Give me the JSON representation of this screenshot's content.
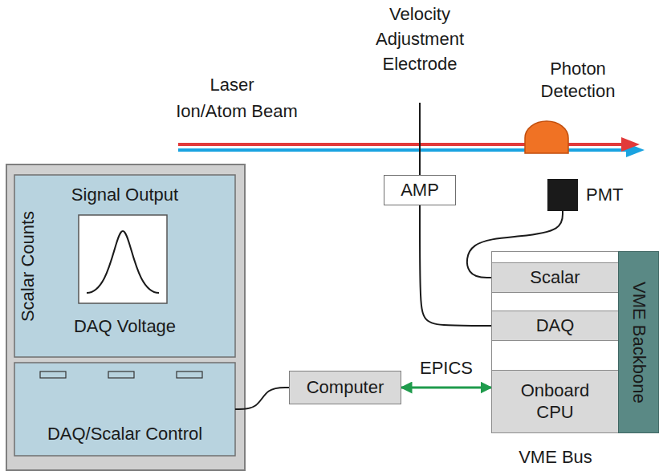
{
  "diagram": {
    "nodes": [
      {
        "text": [
          "Photon Detection"
        ]
      },
      {
        "text": [
          "AMP"
        ]
      },
      {
        "text": [
          "PMT"
        ]
      },
      {
        "text": [
          "Signal Output",
          "Scalar Counts",
          "DAQ Voltage"
        ]
      },
      {
        "text": [
          "DAQ/Scalar Control"
        ]
      },
      {
        "text": [
          "Computer"
        ]
      },
      {
        "text": [
          "VME Bus"
        ]
      },
      {
        "text": [
          "Scalar"
        ],
        "in": 6
      },
      {
        "text": [
          "DAQ"
        ],
        "in": 6
      },
      {
        "text": [
          "Onboard CPU"
        ],
        "in": 6
      },
      {
        "text": [
          "VME Backbone"
        ],
        "in": 6
      }
    ],
    "edges": [
      {
        "from": 2,
        "to": 7,
        "arrow": "none"
      },
      {
        "from": 1,
        "to": 8,
        "arrow": "none"
      },
      {
        "from": 4,
        "to": 5,
        "arrow": "none"
      },
      {
        "from": 5,
        "to": 9,
        "label": "EPICS",
        "arrow": "both"
      }
    ],
    "labels": [
      "Laser",
      "Ion/Atom Beam",
      "Velocity Adjustment Electrode"
    ]
  }
}
